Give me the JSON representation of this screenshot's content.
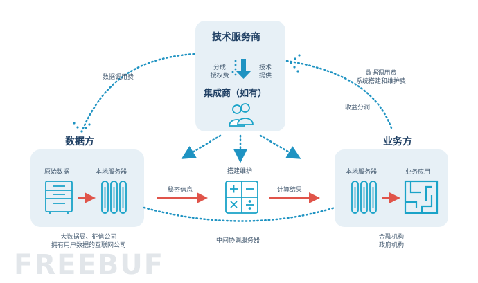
{
  "tech_provider": {
    "title": "技术服务商",
    "left_note": [
      "分成",
      "授权费"
    ],
    "right_note": [
      "技术",
      "提供"
    ],
    "integrator": "集成商（如有）"
  },
  "data_party": {
    "title": "数据方",
    "raw_data": "原始数据",
    "local_server": "本地服务器",
    "caption": [
      "大数据局、征信公司",
      "拥有用户数据的互联网公司"
    ]
  },
  "business_party": {
    "title": "业务方",
    "local_server": "本地服务器",
    "business_app": "业务应用",
    "caption": [
      "金融机构",
      "政府机构"
    ]
  },
  "center": {
    "build_maintain": "搭建维护",
    "secret_info": "秘密信息",
    "compute_result": "计算结果",
    "middle_server": "中间协调服务器"
  },
  "flows": {
    "data_fee_left": "数据调用费",
    "data_fee_right": [
      "数据调用费",
      "系统搭建和维护费"
    ],
    "revenue_share": "收益分润"
  },
  "watermark": "FREEBUF",
  "colors": {
    "panel": "#e7f0f6",
    "dot": "#1f93c2",
    "arrow_red": "#e0544a",
    "icon_teal": "#1aa3c8",
    "title_navy": "#1f3f63"
  }
}
